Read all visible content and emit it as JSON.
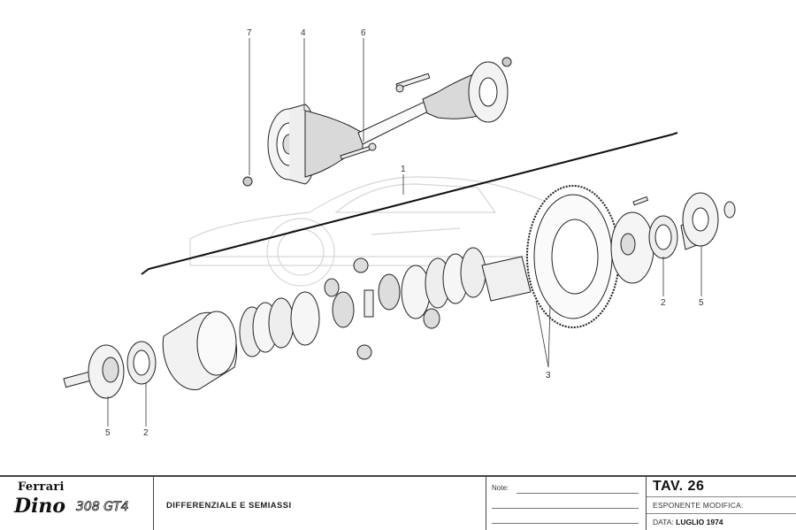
{
  "drawing": {
    "callouts": [
      {
        "id": "callout-1",
        "label": "1"
      },
      {
        "id": "callout-2-left",
        "label": "2"
      },
      {
        "id": "callout-2-right",
        "label": "2"
      },
      {
        "id": "callout-3",
        "label": "3"
      },
      {
        "id": "callout-4",
        "label": "4"
      },
      {
        "id": "callout-5-left",
        "label": "5"
      },
      {
        "id": "callout-5-right",
        "label": "5"
      },
      {
        "id": "callout-6",
        "label": "6"
      },
      {
        "id": "callout-7",
        "label": "7"
      }
    ],
    "stroke_color": "#222222",
    "ghost_color": "#d8d8d8"
  },
  "title_block": {
    "brand": "Ferrari",
    "model": "Dino",
    "model_suffix": "308 GT4",
    "title": "DIFFERENZIALE E SEMIASSI",
    "notes_label": "Note:",
    "sheet": "TAV. 26",
    "revision_label": "ESPONENTE MODIFICA:",
    "date_label": "DATA:",
    "date_value": "LUGLIO 1974"
  }
}
